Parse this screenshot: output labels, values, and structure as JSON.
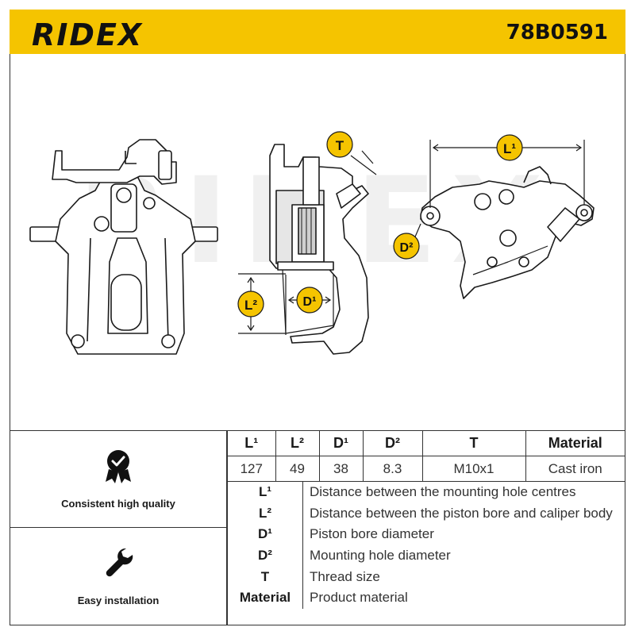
{
  "header": {
    "brand": "RIDEX",
    "part_number": "78B0591"
  },
  "drawing": {
    "watermark": "RIDEX",
    "labels": {
      "T": "T",
      "L1": "L¹",
      "L2": "L²",
      "D1": "D¹",
      "D2": "D²"
    }
  },
  "features": [
    {
      "icon": "check-badge-icon",
      "label": "Consistent high quality"
    },
    {
      "icon": "wrench-icon",
      "label": "Easy installation"
    }
  ],
  "specs": {
    "headers": [
      "L¹",
      "L²",
      "D¹",
      "D²",
      "T",
      "Material"
    ],
    "values": [
      "127",
      "49",
      "38",
      "8.3",
      "M10x1",
      "Cast iron"
    ]
  },
  "legend": [
    {
      "key": "L¹",
      "desc": "Distance between the mounting hole centres"
    },
    {
      "key": "L²",
      "desc": "Distance between the piston bore and caliper body"
    },
    {
      "key": "D¹",
      "desc": "Piston bore diameter"
    },
    {
      "key": "D²",
      "desc": "Mounting hole diameter"
    },
    {
      "key": "T",
      "desc": "Thread size"
    },
    {
      "key": "Material",
      "desc": "Product material"
    }
  ],
  "colors": {
    "brand_yellow": "#f5c400",
    "dimension_badge": "#f5c400",
    "line": "#1a1a1a"
  }
}
